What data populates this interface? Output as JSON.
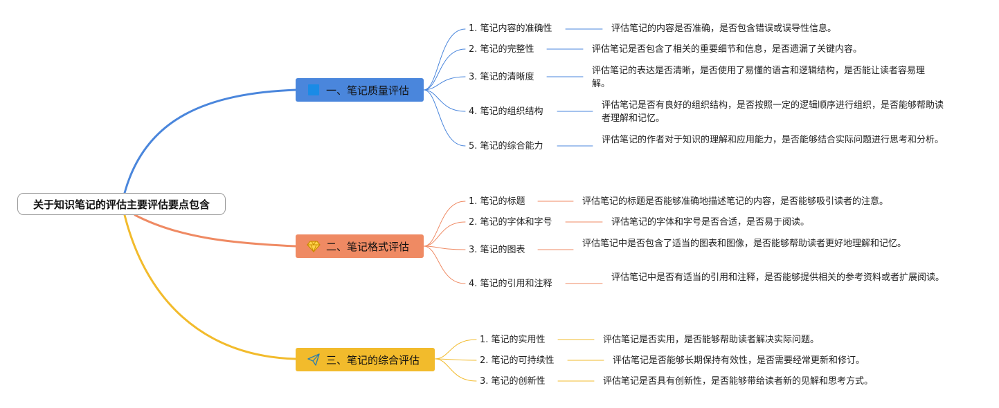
{
  "root": {
    "label": "关于知识笔记的评估主要评估要点包含"
  },
  "branches": [
    {
      "label": "一、笔记质量评估",
      "color": "#4a86dc",
      "line_color": "#4a86dc",
      "icon": "blue-square-icon",
      "items": [
        {
          "label": "1. 笔记内容的准确性",
          "desc": "评估笔记的内容是否准确，是否包含错误或误导性信息。"
        },
        {
          "label": "2. 笔记的完整性",
          "desc": "评估笔记是否包含了相关的重要细节和信息，是否遗漏了关键内容。"
        },
        {
          "label": "3. 笔记的清晰度",
          "desc": "评估笔记的表达是否清晰，是否使用了易懂的语言和逻辑结构，是否能让读者容易理解。"
        },
        {
          "label": "4. 笔记的组织结构",
          "desc": "评估笔记是否有良好的组织结构，是否按照一定的逻辑顺序进行组织，是否能够帮助读者理解和记忆。"
        },
        {
          "label": "5. 笔记的综合能力",
          "desc": "评估笔记的作者对于知识的理解和应用能力，是否能够结合实际问题进行思考和分析。"
        }
      ]
    },
    {
      "label": "二、笔记格式评估",
      "color": "#ef8a63",
      "line_color": "#ef8a63",
      "icon": "diamond-icon",
      "items": [
        {
          "label": "1. 笔记的标题",
          "desc": "评估笔记的标题是否能够准确地描述笔记的内容，是否能够吸引读者的注意。"
        },
        {
          "label": "2. 笔记的字体和字号",
          "desc": "评估笔记的字体和字号是否合适，是否易于阅读。"
        },
        {
          "label": "3. 笔记的图表",
          "desc": "评估笔记中是否包含了适当的图表和图像，是否能够帮助读者更好地理解和记忆。"
        },
        {
          "label": "4. 笔记的引用和注释",
          "desc": "评估笔记中是否有适当的引用和注释，是否能够提供相关的参考资料或者扩展阅读。"
        }
      ]
    },
    {
      "label": "三、笔记的综合评估",
      "color": "#f2bb2c",
      "line_color": "#f2bb2c",
      "icon": "paper-plane-icon",
      "items": [
        {
          "label": "1. 笔记的实用性",
          "desc": "评估笔记是否实用，是否能够帮助读者解决实际问题。"
        },
        {
          "label": "2. 笔记的可持续性",
          "desc": "评估笔记是否能够长期保持有效性，是否需要经常更新和修订。"
        },
        {
          "label": "3. 笔记的创新性",
          "desc": "评估笔记是否具有创新性，是否能够带给读者新的见解和思考方式。"
        }
      ]
    }
  ]
}
